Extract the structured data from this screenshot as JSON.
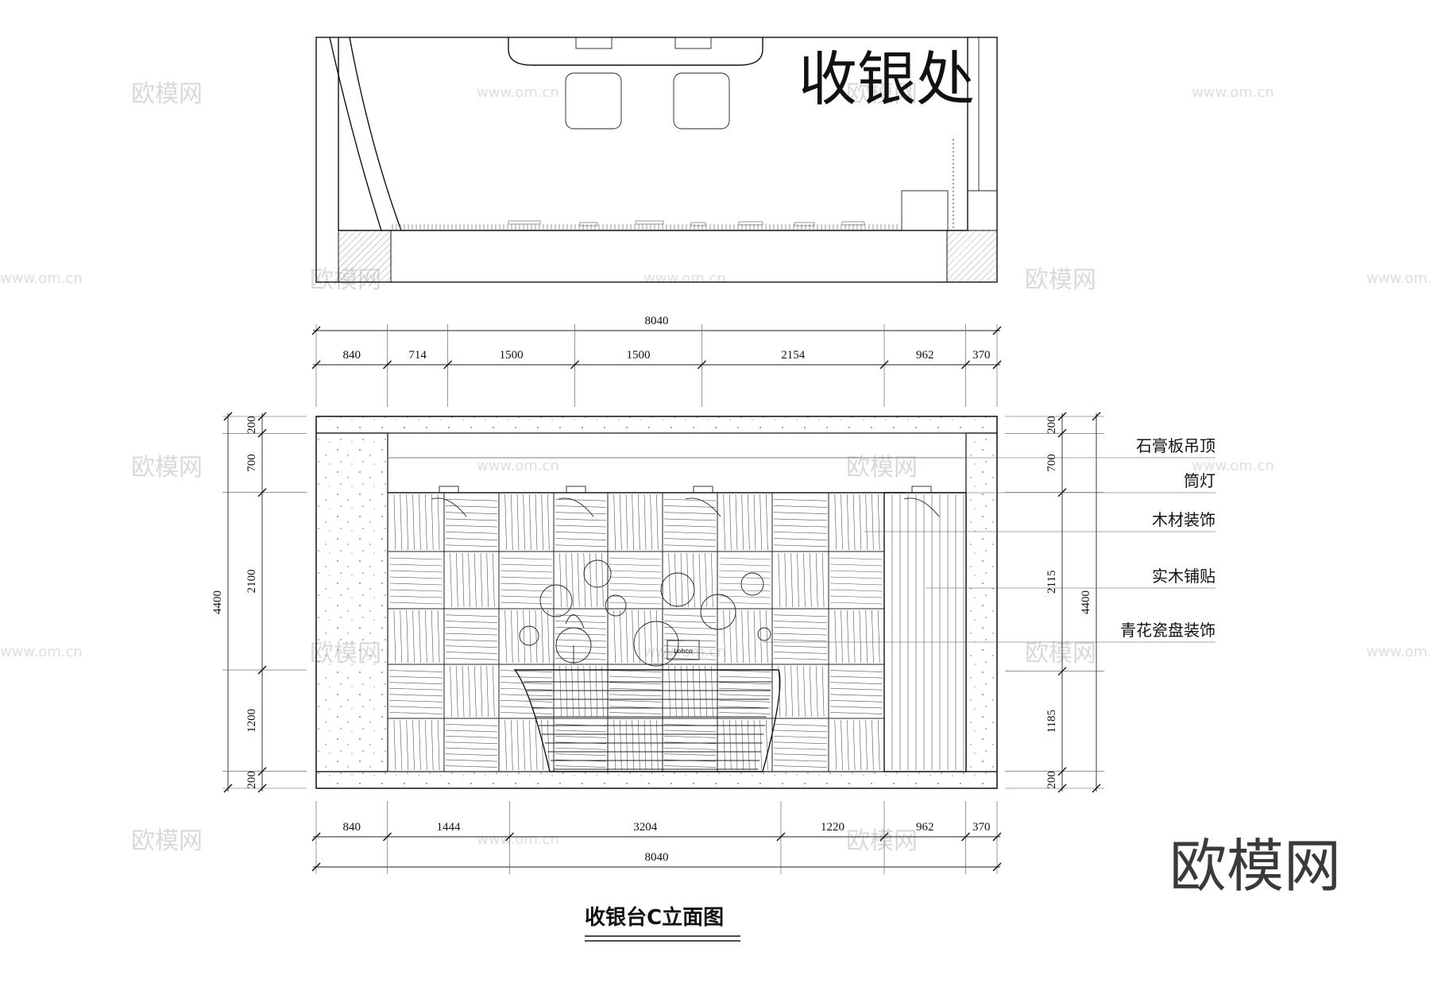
{
  "plan": {
    "title": "收银处"
  },
  "top_dims": {
    "overall": "8040",
    "segments": [
      "840",
      "714",
      "1500",
      "1500",
      "2154",
      "962",
      "370"
    ]
  },
  "bottom_dims": {
    "overall": "8040",
    "segments": [
      "840",
      "1444",
      "3204",
      "1220",
      "962",
      "370"
    ]
  },
  "left_dims": {
    "overall": "4400",
    "segments": [
      "200",
      "700",
      "2100",
      "1200",
      "200"
    ]
  },
  "right_dims": {
    "overall": "4400",
    "segments": [
      "200",
      "700",
      "2115",
      "1185",
      "200"
    ]
  },
  "labels": [
    "石膏板吊顶",
    "筒灯",
    "木材装饰",
    "实木铺贴",
    "青花瓷盘装饰"
  ],
  "counter_sign": "Lohco",
  "drawing_title": "收银台C立面图",
  "watermark": {
    "brand": "欧模网",
    "url": "www.om.cn"
  },
  "colors": {
    "line": "#111111",
    "watermark": "#d9d9d9"
  }
}
